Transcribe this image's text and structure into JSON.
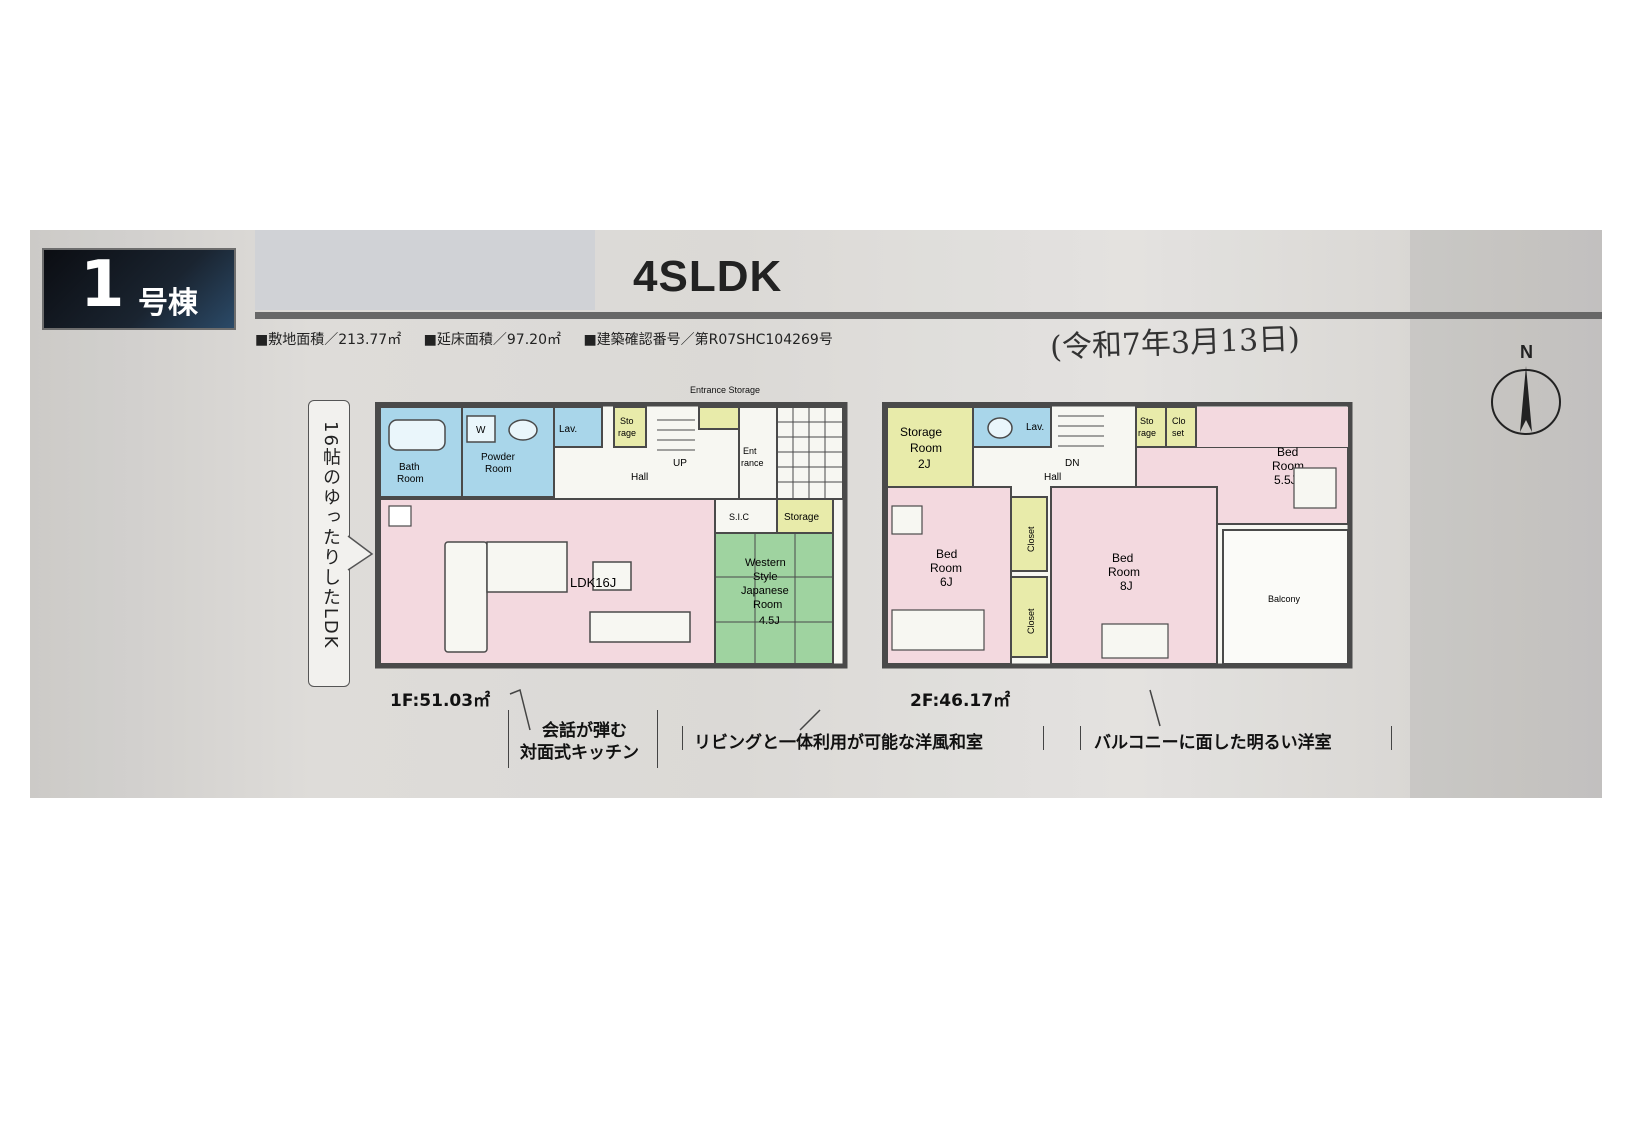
{
  "header": {
    "building_number": "1",
    "building_suffix": "号棟",
    "layout_type": "4SLDK"
  },
  "specs": {
    "site_area": "■敷地面積／213.77㎡",
    "floor_area": "■延床面積／97.20㎡",
    "permit": "■建築確認番号／第R07SHC104269号"
  },
  "handwritten_note": "(令和7年3月13日)",
  "compass_label": "N",
  "callouts": {
    "ldk": "16帖のゆったりしたLDK",
    "kitchen_line1": "会話が弾む",
    "kitchen_line2": "対面式キッチン",
    "japanese_room": "リビングと一体利用が可能な洋風和室",
    "balcony_room": "バルコニーに面した明るい洋室"
  },
  "floor1": {
    "area_label": "1F:51.03㎡",
    "rooms": {
      "bath": [
        "Bath",
        "Room"
      ],
      "powder": [
        "Powder",
        "Room"
      ],
      "lav": "Lav.",
      "storage_small": [
        "Sto",
        "rage"
      ],
      "hall": "Hall",
      "up": "UP",
      "entrance_storage": "Entrance Storage",
      "entrance": [
        "Ent",
        "rance"
      ],
      "sic": "S.I.C",
      "storage": "Storage",
      "ldk": "LDK16J",
      "japanese": [
        "Western",
        "Style",
        "Japanese",
        "Room",
        "4.5J"
      ],
      "washer": "W"
    }
  },
  "floor2": {
    "area_label": "2F:46.17㎡",
    "rooms": {
      "storage_room": [
        "Storage",
        "Room",
        "2J"
      ],
      "lav": "Lav.",
      "hall": "Hall",
      "dn": "DN",
      "storage_small": [
        "Sto",
        "rage"
      ],
      "closet_small": [
        "Clo",
        "set"
      ],
      "bed_55": [
        "Bed",
        "Room",
        "5.5J"
      ],
      "bed_6": [
        "Bed",
        "Room",
        "6J"
      ],
      "closet_a": "Closet",
      "closet_b": "Closet",
      "bed_8": [
        "Bed",
        "Room",
        "8J"
      ],
      "balcony": "Balcony"
    }
  },
  "colors": {
    "wet_area": "#a9d6ea",
    "bedroom": "#f3d9df",
    "japanese_room": "#9fd3a0",
    "storage": "#e8ebaa",
    "corridor": "#f7f7f2",
    "wall": "#4a4a4a"
  }
}
